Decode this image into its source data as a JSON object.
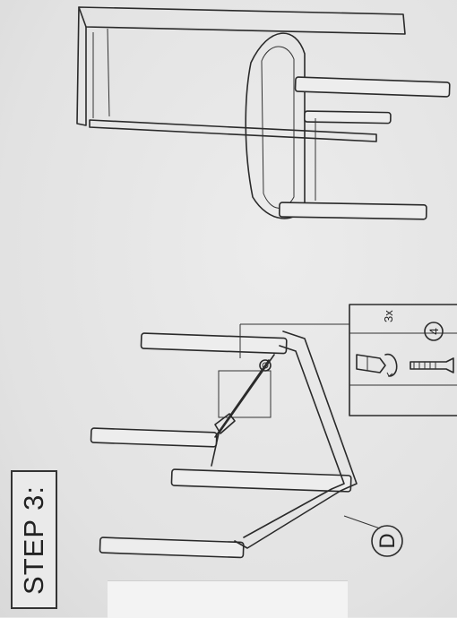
{
  "step": {
    "label": "STEP 3:"
  },
  "callouts": {
    "part_d": "D",
    "quantity": "3x",
    "part_4": "4"
  }
}
